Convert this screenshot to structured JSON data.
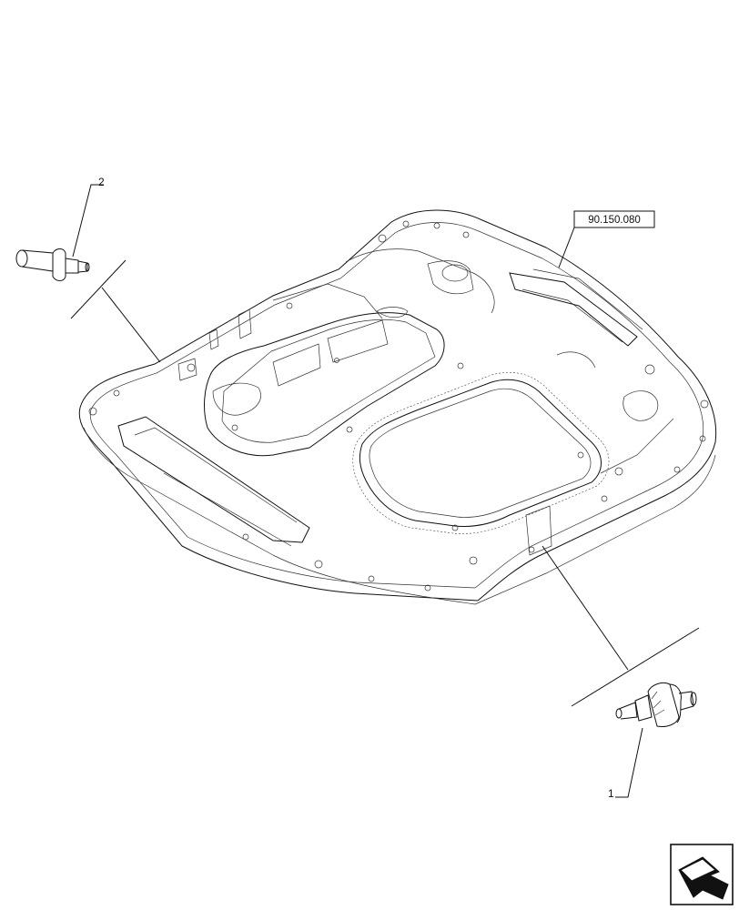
{
  "reference_label": "90.150.080",
  "callouts": [
    {
      "id": "1",
      "label": "1"
    },
    {
      "id": "2",
      "label": "2"
    }
  ],
  "nav_icon": "next-page-arrow-icon",
  "colors": {
    "line": "#111111",
    "background": "#ffffff"
  }
}
